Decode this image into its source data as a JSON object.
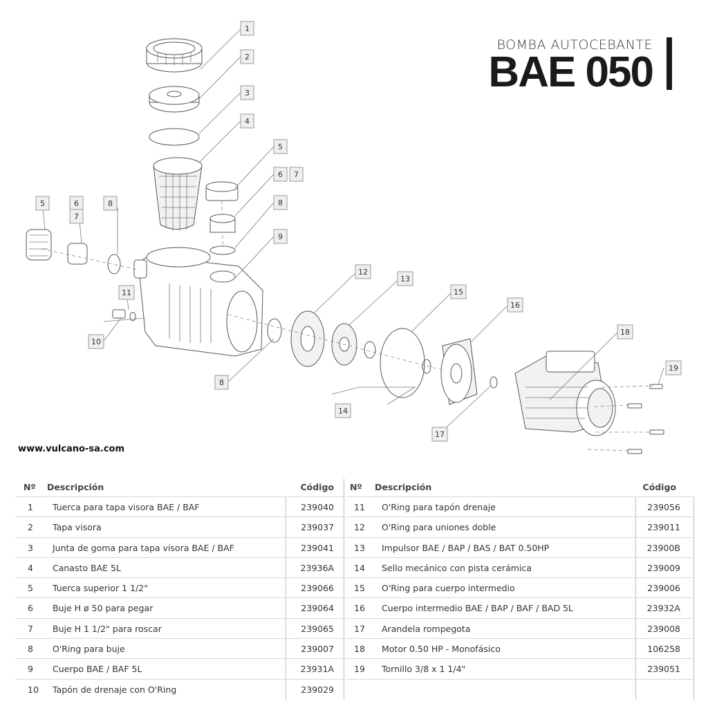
{
  "header": {
    "subtitle": "BOMBA AUTOCEBANTE",
    "title": "BAE 050"
  },
  "website": "www.vulcano-sa.com",
  "diagram": {
    "callouts": [
      "1",
      "2",
      "3",
      "4",
      "5",
      "6",
      "7",
      "8",
      "9",
      "10",
      "11",
      "12",
      "13",
      "14",
      "15",
      "16",
      "17",
      "18",
      "19",
      "5",
      "6",
      "7",
      "8",
      "8"
    ]
  },
  "table": {
    "headers": {
      "num": "Nº",
      "desc": "Descripción",
      "code": "Código"
    },
    "left": [
      {
        "num": "1",
        "desc": "Tuerca para tapa visora BAE / BAF",
        "code": "239040"
      },
      {
        "num": "2",
        "desc": "Tapa visora",
        "code": "239037"
      },
      {
        "num": "3",
        "desc": "Junta de goma para tapa visora BAE / BAF",
        "code": "239041"
      },
      {
        "num": "4",
        "desc": "Canasto BAE 5L",
        "code": "23936A"
      },
      {
        "num": "5",
        "desc": "Tuerca superior 1 1/2\"",
        "code": "239066"
      },
      {
        "num": "6",
        "desc": "Buje H ø 50 para pegar",
        "code": "239064"
      },
      {
        "num": "7",
        "desc": "Buje H 1 1/2\" para roscar",
        "code": "239065"
      },
      {
        "num": "8",
        "desc": "O'Ring para buje",
        "code": "239007"
      },
      {
        "num": "9",
        "desc": "Cuerpo BAE / BAF 5L",
        "code": "23931A"
      },
      {
        "num": "10",
        "desc": "Tapón de drenaje con O'Ring",
        "code": "239029"
      }
    ],
    "right": [
      {
        "num": "11",
        "desc": "O'Ring para tapón drenaje",
        "code": "239056"
      },
      {
        "num": "12",
        "desc": "O'Ring para uniones doble",
        "code": "239011"
      },
      {
        "num": "13",
        "desc": "Impulsor BAE / BAP / BAS / BAT 0.50HP",
        "code": "23900B"
      },
      {
        "num": "14",
        "desc": "Sello mecánico con pista cerámica",
        "code": "239009"
      },
      {
        "num": "15",
        "desc": "O'Ring para cuerpo intermedio",
        "code": "239006"
      },
      {
        "num": "16",
        "desc": "Cuerpo intermedio BAE / BAP / BAF / BAD 5L",
        "code": "23932A"
      },
      {
        "num": "17",
        "desc": "Arandela rompegota",
        "code": "239008"
      },
      {
        "num": "18",
        "desc": "Motor 0.50 HP - Monofásico",
        "code": "106258"
      },
      {
        "num": "19",
        "desc": "Tornillo 3/8 x 1 1/4\"",
        "code": "239051"
      }
    ]
  }
}
